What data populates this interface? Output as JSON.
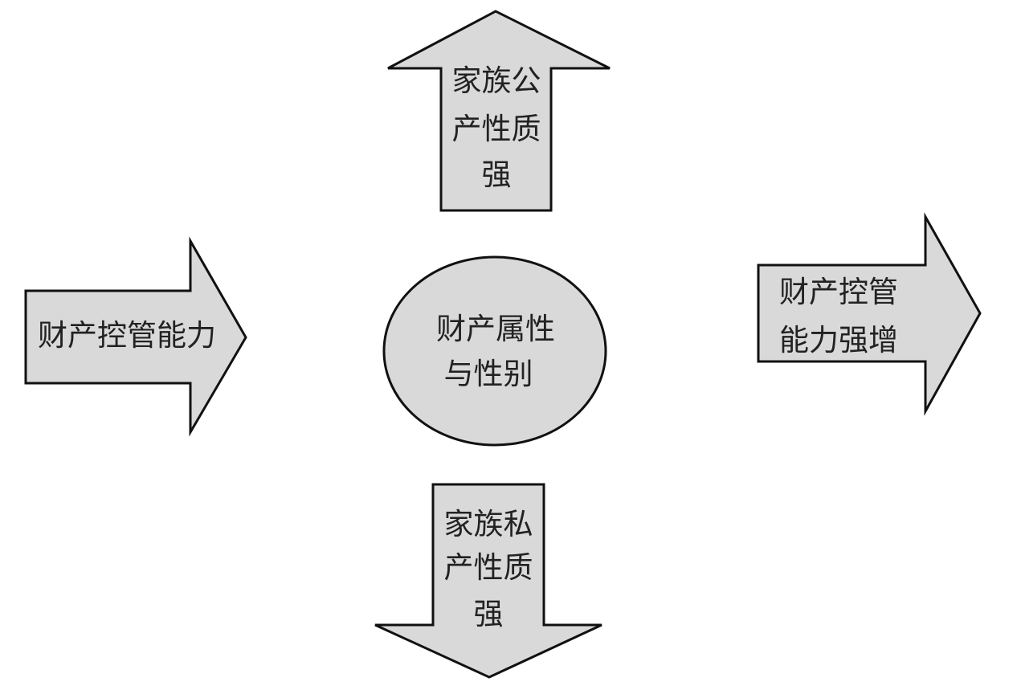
{
  "colors": {
    "shape_fill": "#d9d9d9",
    "stroke": "#111111",
    "text": "#222222",
    "background": "#ffffff"
  },
  "nodes": {
    "left_arrow": {
      "lines": [
        "财产控管能力"
      ]
    },
    "top_arrow": {
      "lines": [
        "家族公",
        "产性质",
        "强"
      ]
    },
    "center_circle": {
      "lines": [
        "财产属性",
        "与性别"
      ]
    },
    "right_arrow": {
      "lines": [
        "财产控管",
        "能力强增"
      ]
    },
    "bottom_arrow": {
      "lines": [
        "家族私",
        "产性质",
        "强"
      ]
    }
  }
}
